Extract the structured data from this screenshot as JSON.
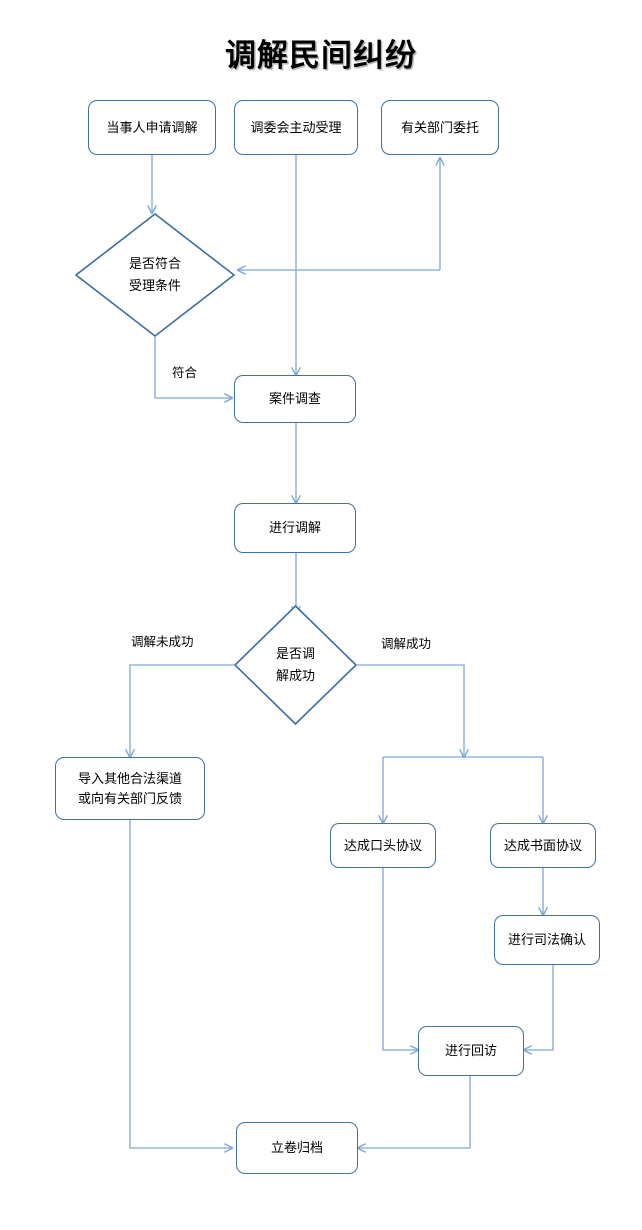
{
  "title": "调解民间纠纷",
  "colors": {
    "node_border": "#41719C",
    "connector": "#7FA8D2",
    "diamond_border": "#3B6E9E",
    "text": "#000000",
    "background": "#FFFFFF"
  },
  "nodes": [
    {
      "id": "apply",
      "type": "process",
      "lines": [
        "当事人申请调解"
      ]
    },
    {
      "id": "committee",
      "type": "process",
      "lines": [
        "调委会主动受理"
      ]
    },
    {
      "id": "entrust",
      "type": "process",
      "lines": [
        "有关部门委托"
      ]
    },
    {
      "id": "accept",
      "type": "decision",
      "lines": [
        "是否符合",
        "受理条件"
      ]
    },
    {
      "id": "investigate",
      "type": "process",
      "lines": [
        "案件调查"
      ]
    },
    {
      "id": "mediate",
      "type": "process",
      "lines": [
        "进行调解"
      ]
    },
    {
      "id": "success",
      "type": "decision",
      "lines": [
        "是否调",
        "解成功"
      ]
    },
    {
      "id": "other",
      "type": "process",
      "lines": [
        "导入其他合法渠道",
        "或向有关部门反馈"
      ]
    },
    {
      "id": "oral",
      "type": "process",
      "lines": [
        "达成口头协议"
      ]
    },
    {
      "id": "written",
      "type": "process",
      "lines": [
        "达成书面协议"
      ]
    },
    {
      "id": "judicial",
      "type": "process",
      "lines": [
        "进行司法确认"
      ]
    },
    {
      "id": "revisit",
      "type": "process",
      "lines": [
        "进行回访"
      ]
    },
    {
      "id": "archive",
      "type": "process",
      "lines": [
        "立卷归档"
      ]
    }
  ],
  "edge_labels": [
    {
      "id": "qualified",
      "text": "符合"
    },
    {
      "id": "not-success",
      "text": "调解未成功"
    },
    {
      "id": "is-success",
      "text": "调解成功"
    }
  ]
}
